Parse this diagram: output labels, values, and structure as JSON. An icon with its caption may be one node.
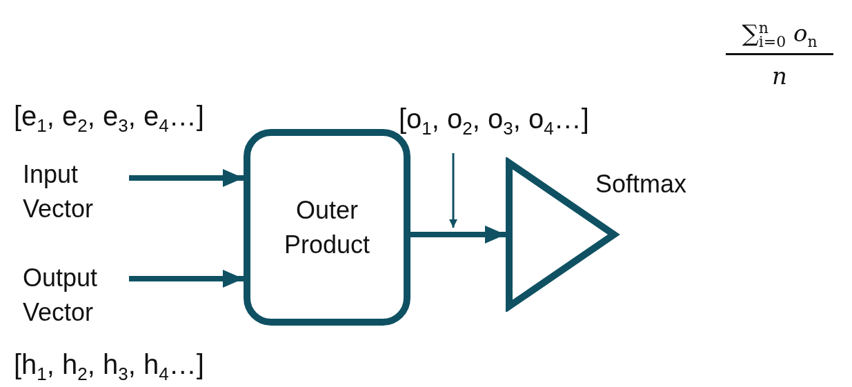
{
  "diagram": {
    "nodes": [
      {
        "text": [
          "Input Vector"
        ],
        "beside": [
          "[e$_{1}$, e$_{2}$, e$_{3}$, e$_{4}$…]"
        ]
      },
      {
        "text": [
          "Output Vector"
        ],
        "beside": [
          "[h$_{1}$, h$_{2}$, h$_{3}$, h$_{4}$…]"
        ]
      },
      {
        "text": [
          "Outer Product"
        ]
      },
      {
        "text": [],
        "shape": "triangle",
        "beside": [
          "Softmax"
        ]
      },
      {
        "text": [
          "[o$_{1}$, o$_{2}$, o$_{3}$, o$_{4}$…]"
        ]
      }
    ],
    "edges": [
      {
        "from": 0,
        "to": 2,
        "arrow": "to"
      },
      {
        "from": 1,
        "to": 2,
        "arrow": "to"
      },
      {
        "from": 2,
        "to": 3,
        "arrow": "to"
      },
      {
        "from": 4,
        "to": null,
        "arrow": "to"
      }
    ],
    "labels": [
      "∑$_{i=0}$$^{n}$ *o*$_{n}$",
      "*n*"
    ]
  }
}
